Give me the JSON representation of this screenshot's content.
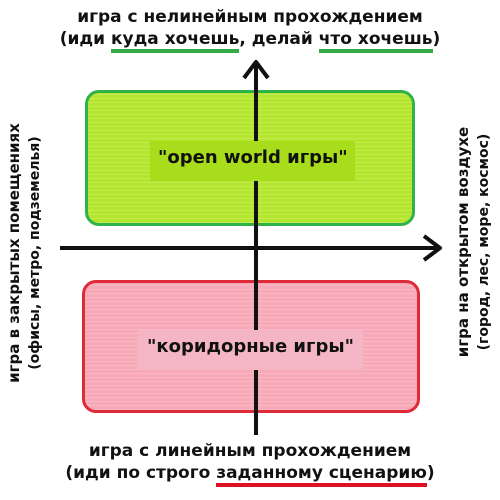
{
  "top_caption": {
    "line1": "игра с нелинейным прохождением",
    "line2_prefix": "(иди ",
    "line2_highlight1": "куда хочешь",
    "line2_middle": ", делай ",
    "line2_highlight2": "что хочешь",
    "line2_suffix": ")"
  },
  "bottom_caption": {
    "line1": "игра с линейным прохождением",
    "line2_prefix": "(иди по строго ",
    "line2_highlight": "заданному сценарию",
    "line2_suffix": ")"
  },
  "left_caption": {
    "line1": "игра в закрытых помещениях",
    "line2": "(офисы, метро, подземелья)"
  },
  "right_caption": {
    "line1": "игра на открытом воздухе",
    "line2": "(город, лес, море, космос)"
  },
  "quadrants": {
    "top_label": "\"open world игры\"",
    "bottom_label": "\"коридорные игры\""
  },
  "colors": {
    "green_border": "#2db34a",
    "green_fill": "#b5e62e",
    "red_border": "#e02a38",
    "red_fill": "#f7a9b8",
    "green_underline": "#33aa44",
    "red_underline": "#dd1122"
  }
}
